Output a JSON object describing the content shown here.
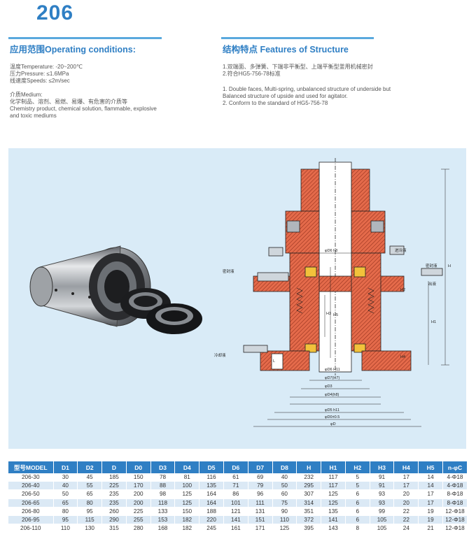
{
  "model": "206",
  "operating": {
    "title": "应用范围Operating conditions:",
    "lines": [
      "温度Temperature: -20~200℃",
      "压力Pressure: ≤1.6MPa",
      "线速度Speeds: ≤2m/sec"
    ],
    "medium_lines": [
      "介质Medium:",
      "化学制品、溶剂、易燃、易爆、有危害的介质等",
      "Chemistry product, chemical solution, flammable, explosive",
      "and toxic mediums"
    ]
  },
  "structure": {
    "title": "结构特点 Features of Structure",
    "cn_lines": [
      "1.双端面、多弹簧、下端非平衡型、上端平衡型釜用机械密封",
      "2.符合HG5-756-78标准"
    ],
    "en_lines": [
      "1. Double faces, Multi-spring, unbalanced structure of underside but",
      "   Balanced structure of upside and used for agitator.",
      "2. Conform to the standard of HG5-756-78"
    ]
  },
  "drawing_labels": {
    "in_left": "密封液",
    "in_left2": "冷却液",
    "top_right": "进冷液",
    "right": "密封液",
    "right2": "出液",
    "dims": [
      "φD6 h8",
      "φD6 H11",
      "φD7(H7)",
      "φD3",
      "φD4(h8)",
      "φD5 h11",
      "φD0±0.5",
      "φD",
      "H",
      "H1",
      "H5",
      "H3",
      "H2",
      "H4",
      "L"
    ]
  },
  "table": {
    "headers": [
      "型号MODEL",
      "D1",
      "D2",
      "D",
      "D0",
      "D3",
      "D4",
      "D5",
      "D6",
      "D7",
      "D8",
      "H",
      "H1",
      "H2",
      "H3",
      "H4",
      "H5",
      "n-φC"
    ],
    "rows": [
      [
        "206-30",
        "30",
        "45",
        "185",
        "150",
        "78",
        "81",
        "116",
        "61",
        "69",
        "40",
        "232",
        "117",
        "5",
        "91",
        "17",
        "14",
        "4-Φ18"
      ],
      [
        "206-40",
        "40",
        "55",
        "225",
        "170",
        "88",
        "100",
        "135",
        "71",
        "79",
        "50",
        "295",
        "117",
        "5",
        "91",
        "17",
        "14",
        "4-Φ18"
      ],
      [
        "206-50",
        "50",
        "65",
        "235",
        "200",
        "98",
        "125",
        "164",
        "86",
        "96",
        "60",
        "307",
        "125",
        "6",
        "93",
        "20",
        "17",
        "8-Φ18"
      ],
      [
        "206-65",
        "65",
        "80",
        "235",
        "200",
        "118",
        "125",
        "164",
        "101",
        "111",
        "75",
        "314",
        "125",
        "6",
        "93",
        "20",
        "17",
        "8-Φ18"
      ],
      [
        "206-80",
        "80",
        "95",
        "260",
        "225",
        "133",
        "150",
        "188",
        "121",
        "131",
        "90",
        "351",
        "135",
        "6",
        "99",
        "22",
        "19",
        "12-Φ18"
      ],
      [
        "206-95",
        "95",
        "115",
        "290",
        "255",
        "153",
        "182",
        "220",
        "141",
        "151",
        "110",
        "372",
        "141",
        "6",
        "105",
        "22",
        "19",
        "12-Φ18"
      ],
      [
        "206-110",
        "110",
        "130",
        "315",
        "280",
        "168",
        "182",
        "245",
        "161",
        "171",
        "125",
        "395",
        "143",
        "8",
        "105",
        "24",
        "21",
        "12-Φ18"
      ]
    ]
  },
  "colors": {
    "accent": "#2f7fc4",
    "rule": "#5aa9dd",
    "panel": "#d9ebf7",
    "row_alt": "#dbe9f5"
  }
}
